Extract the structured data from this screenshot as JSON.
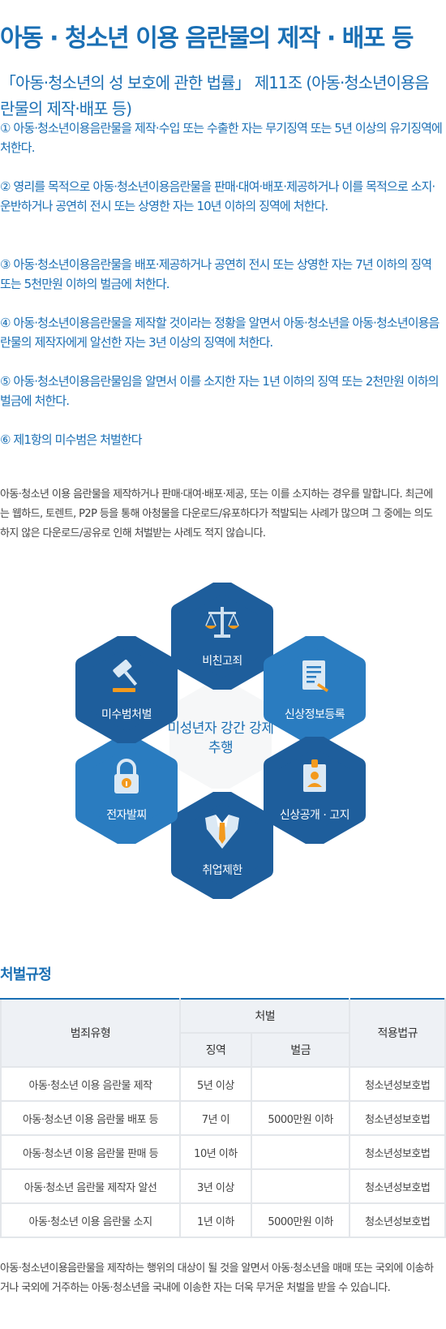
{
  "title": "아동 · 청소년 이용 음란물의 제작 · 배포 등",
  "law": {
    "heading": "「아동·청소년의 성 보호에 관한 법률」 제11조 (아동·청소년이용음란물의 제작·배포 등)",
    "clauses": [
      "① 아동·청소년이용음란물을 제작·수입 또는 수출한 자는 무기징역 또는 5년 이상의 유기징역에 처한다.",
      "② 영리를 목적으로 아동·청소년이용음란물을 판매·대여·배포·제공하거나 이를 목적으로 소지·운반하거나 공연히 전시 또는 상영한 자는 10년 이하의 징역에 처한다.",
      "③ 아동·청소년이용음란물을 배포·제공하거나 공연히 전시 또는 상영한 자는 7년 이하의 징역 또는 5천만원 이하의 벌금에 처한다.",
      "④ 아동·청소년이용음란물을 제작할 것이라는 정황을 알면서 아동·청소년을 아동·청소년이용음란물의 제작자에게 알선한 자는 3년 이상의 징역에 처한다.",
      "⑤ 아동·청소년이용음란물임을 알면서 이를 소지한 자는 1년 이하의 징역 또는 2천만원 이하의 벌금에 처한다.",
      "⑥ 제1항의 미수범은 처벌한다"
    ]
  },
  "description": "아동·청소년 이용 음란물을 제작하거나 판매·대여·배포·제공, 또는 이를 소지하는 경우를 말합니다. 최근에는 웹하드, 토렌트, P2P 등을 통해 아청물을 다운로드/유포하다가 적발되는 사례가 많으며 그 중에는 의도하지 않은 다운로드/공유로 인해 처벌받는 사례도 적지 않습니다.",
  "diagram": {
    "center": "미성년자 강간 강제추행",
    "items": {
      "top": {
        "label": "비친고죄",
        "icon": "scales-icon",
        "color": "#1e5e9c"
      },
      "upper_right": {
        "label": "신상정보등록",
        "icon": "document-pen-icon",
        "color": "#2a7cc0"
      },
      "lower_right": {
        "label": "신상공개 · 고지",
        "icon": "id-badge-icon",
        "color": "#1e5e9c"
      },
      "bottom": {
        "label": "취업제한",
        "icon": "shirt-tie-icon",
        "color": "#1e5e9c"
      },
      "lower_left": {
        "label": "전자발찌",
        "icon": "padlock-icon",
        "color": "#2a7cc0"
      },
      "upper_left": {
        "label": "미수범처벌",
        "icon": "gavel-icon",
        "color": "#1e5e9c"
      }
    },
    "accent_color": "#f39a1e",
    "center_color": "#f6f7f8"
  },
  "penalty_section": {
    "title": "처벌규정",
    "headers": {
      "crime_type": "범죄유형",
      "punishment": "처벌",
      "prison": "징역",
      "fine": "벌금",
      "law": "적용법규"
    },
    "rows": [
      {
        "crime": "아동·청소년 이용 음란물 제작",
        "prison": "5년 이상",
        "fine": "",
        "law": "청소년성보호법"
      },
      {
        "crime": "아동·청소년 이용 음란물 배포 등",
        "prison": "7년 이",
        "fine": "5000만원 이하",
        "law": "청소년성보호법"
      },
      {
        "crime": "아동·청소년 이용 음란물 판매 등",
        "prison": "10년 이하",
        "fine": "",
        "law": "청소년성보호법"
      },
      {
        "crime": "아동·청소년 음란물 제작자 알선",
        "prison": "3년 이상",
        "fine": "",
        "law": "청소년성보호법"
      },
      {
        "crime": "아동·청소년 이용 음란물 소지",
        "prison": "1년 이하",
        "fine": "5000만원 이하",
        "law": "청소년성보호법"
      }
    ]
  },
  "footnote": "아동·청소년이용음란물을 제작하는 행위의 대상이 될 것을 알면서 아동·청소년을 매매 또는 국외에 이송하거나 국외에 거주하는 아동·청소년을 국내에 이송한 자는 더욱 무거운 처벌을 받을 수 있습니다.",
  "colors": {
    "primary": "#1a6fb4",
    "dark_hex": "#1e5e9c",
    "light_hex": "#2a7cc0",
    "table_header": "#eef1f5"
  }
}
